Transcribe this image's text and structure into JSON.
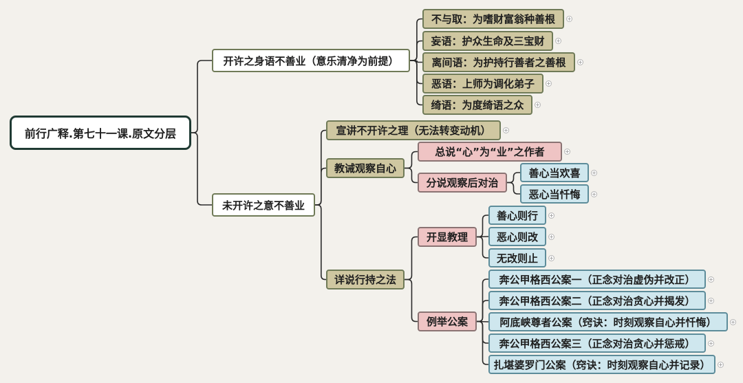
{
  "mindmap": {
    "root": "前行广释.第七十一课.原文分层",
    "branch_body": {
      "label": "开许之身语不善业（意乐清净为前提）",
      "items": [
        "不与取：为嗜财富翁种善根",
        "妄语：护众生命及三宝财",
        "离间语：为护持行善者之善根",
        "恶语：上师为调化弟子",
        "绮语：为度绮语之众"
      ]
    },
    "branch_mind": {
      "label": "未开许之意不善业",
      "explain": "宣讲不开许之理（无法转变动机）",
      "observe": {
        "label": "教诫观察自心",
        "general": "总说“心”为“业”之作者",
        "detail": {
          "label": "分说观察后对治",
          "items": [
            "善心当欢喜",
            "恶心当忏悔"
          ]
        }
      },
      "practice": {
        "label": "详说行持之法",
        "principle": {
          "label": "开显教理",
          "items": [
            "善心则行",
            "恶心则改",
            "无改则止"
          ]
        },
        "cases": {
          "label": "例举公案",
          "items": [
            "奔公甲格西公案一（正念对治虚伪并改正）",
            "奔公甲格西公案二（正念对治贪心并揭发）",
            "阿底峡尊者公案（窍诀：时刻观察自心并忏悔）",
            "奔公甲格西公案三（正念对治贪心并惩戒）",
            "扎堪婆罗门公案（窍诀：时刻观察自心并记录）"
          ]
        }
      }
    }
  },
  "expand_symbol": "+",
  "colors": {
    "link": "#2b2b2b",
    "root_border": "#1f3a33",
    "tan": "#cfc7a1",
    "pink": "#efc4c4",
    "blue": "#cfe7ee"
  }
}
